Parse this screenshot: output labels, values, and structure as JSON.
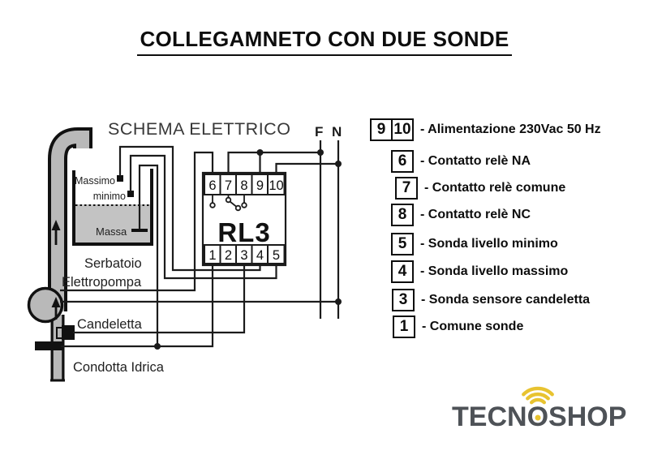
{
  "title": "COLLEGAMNETO CON DUE SONDE",
  "schematic": {
    "heading": "SCHEMA ELETTRICO",
    "phase_label": "F",
    "neutral_label": "N",
    "relay_label": "RL3",
    "top_terminals": [
      "6",
      "7",
      "8",
      "9",
      "10"
    ],
    "bottom_terminals": [
      "1",
      "2",
      "3",
      "4",
      "5"
    ],
    "labels": {
      "massimo": "Massimo",
      "minimo": "minimo",
      "massa": "Massa",
      "serbatoio": "Serbatoio",
      "elettropompa": "Elettropompa",
      "candeletta": "Candeletta",
      "condotta": "Condotta Idrica"
    }
  },
  "legend": {
    "items": [
      {
        "terminals": [
          "9",
          "10"
        ],
        "label": "- Alimentazione 230Vac 50 Hz"
      },
      {
        "terminals": [
          "6"
        ],
        "label": "- Contatto relè NA"
      },
      {
        "terminals": [
          "7"
        ],
        "label": "- Contatto relè comune"
      },
      {
        "terminals": [
          "8"
        ],
        "label": "- Contatto relè NC"
      },
      {
        "terminals": [
          "5"
        ],
        "label": "- Sonda livello minimo"
      },
      {
        "terminals": [
          "4"
        ],
        "label": "- Sonda livello massimo"
      },
      {
        "terminals": [
          "3"
        ],
        "label": "- Sonda sensore candeletta"
      },
      {
        "terminals": [
          "1"
        ],
        "label": "- Comune sonde"
      }
    ]
  },
  "logo": {
    "part1": "TECN",
    "o": "O",
    "part2": "SHOP"
  },
  "colors": {
    "diagram_line": "#1b1b1b",
    "pipe_gray": "#b9b9b9",
    "water_gray": "#c3c3c3",
    "logo_text": "#4e5257",
    "logo_accent": "#e8c330"
  }
}
